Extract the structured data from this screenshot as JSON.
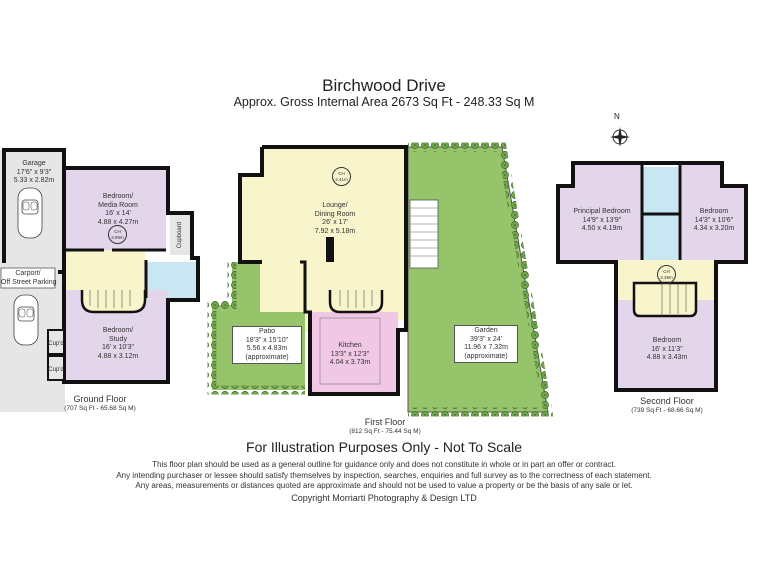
{
  "header": {
    "title": "Birchwood Drive",
    "subtitle": "Approx. Gross Internal Area   2673 Sq Ft  -  248.33 Sq M"
  },
  "colors": {
    "bedroom": "#e3d6ea",
    "hallway": "#f8f4cc",
    "bathroom": "#c9e7f2",
    "kitchen": "#f0c8e6",
    "garden": "#96c46b",
    "garage": "#e6e6e6",
    "wall": "#111111"
  },
  "compass": {
    "label": "N"
  },
  "floors": {
    "ground": {
      "name": "Ground Floor",
      "area": "(707 Sq Ft - 65.68 Sq M)",
      "rooms": {
        "garage": {
          "name": "Garage",
          "imperial": "17'6\" x 9'3\"",
          "metric": "5.33 x 2.82m"
        },
        "bedroom_media": {
          "name": "Bedroom/",
          "name2": "Media Room",
          "imperial": "16' x 14'",
          "metric": "4.88 x 4.27m"
        },
        "ch": {
          "label": "CH",
          "value": "3.99m"
        },
        "cupboard": {
          "name": "Cupboard"
        },
        "carport": {
          "name": "Carport/",
          "name2": "Off Street Parking"
        },
        "bedroom_study": {
          "name": "Bedroom/",
          "name2": "Study",
          "imperial": "16' x 10'3\"",
          "metric": "4.88 x 3.12m"
        },
        "cupd1": {
          "name": "Cup'd"
        },
        "cupd2": {
          "name": "Cup'd"
        }
      }
    },
    "first": {
      "name": "First Floor",
      "area": "(812 Sq Ft - 75.44 Sq M)",
      "rooms": {
        "lounge": {
          "name": "Lounge/",
          "name2": "Dining Room",
          "imperial": "26' x 17'",
          "metric": "7.92 x 5.18m"
        },
        "ch": {
          "label": "CH",
          "value": "2.41m"
        },
        "patio": {
          "name": "Patio",
          "imperial": "18'3\" x 15'10\"",
          "metric": "5.56 x 4.83m",
          "note": "(approximate)"
        },
        "kitchen": {
          "name": "Kitchen",
          "imperial": "13'3\" x 12'3\"",
          "metric": "4.04 x 3.73m"
        },
        "garden": {
          "name": "Garden",
          "imperial": "39'3\" x 24'",
          "metric": "11.96 x 7.32m",
          "note": "(approximate)"
        }
      }
    },
    "second": {
      "name": "Second Floor",
      "area": "(739 Sq Ft - 68.66 Sq M)",
      "rooms": {
        "principal": {
          "name": "Principal Bedroom",
          "imperial": "14'9\" x 13'9\"",
          "metric": "4.50 x 4.19m"
        },
        "bedroom_right": {
          "name": "Bedroom",
          "imperial": "14'3\" x 10'6\"",
          "metric": "4.34 x 3.20m"
        },
        "ch": {
          "label": "CH",
          "value": "3.39m"
        },
        "bedroom_bottom": {
          "name": "Bedroom",
          "imperial": "16' x 11'3\"",
          "metric": "4.88 x 3.43m"
        }
      }
    }
  },
  "footer": {
    "title": "For Illustration Purposes Only - Not To Scale",
    "disclaimer": [
      "This floor plan should be used as a general outline for guidance only and does not constitute in whole or in part an offer or contract.",
      "Any intending purchaser or lessee should satisfy themselves by inspection, searches, enquiries and full survey as to the correctness of each statement.",
      "Any areas, measurements or distances quoted are approximate and should not be used to value a property or be the basis of any sale or let."
    ],
    "copyright": "Copyright Morriarti Photography & Design LTD"
  }
}
